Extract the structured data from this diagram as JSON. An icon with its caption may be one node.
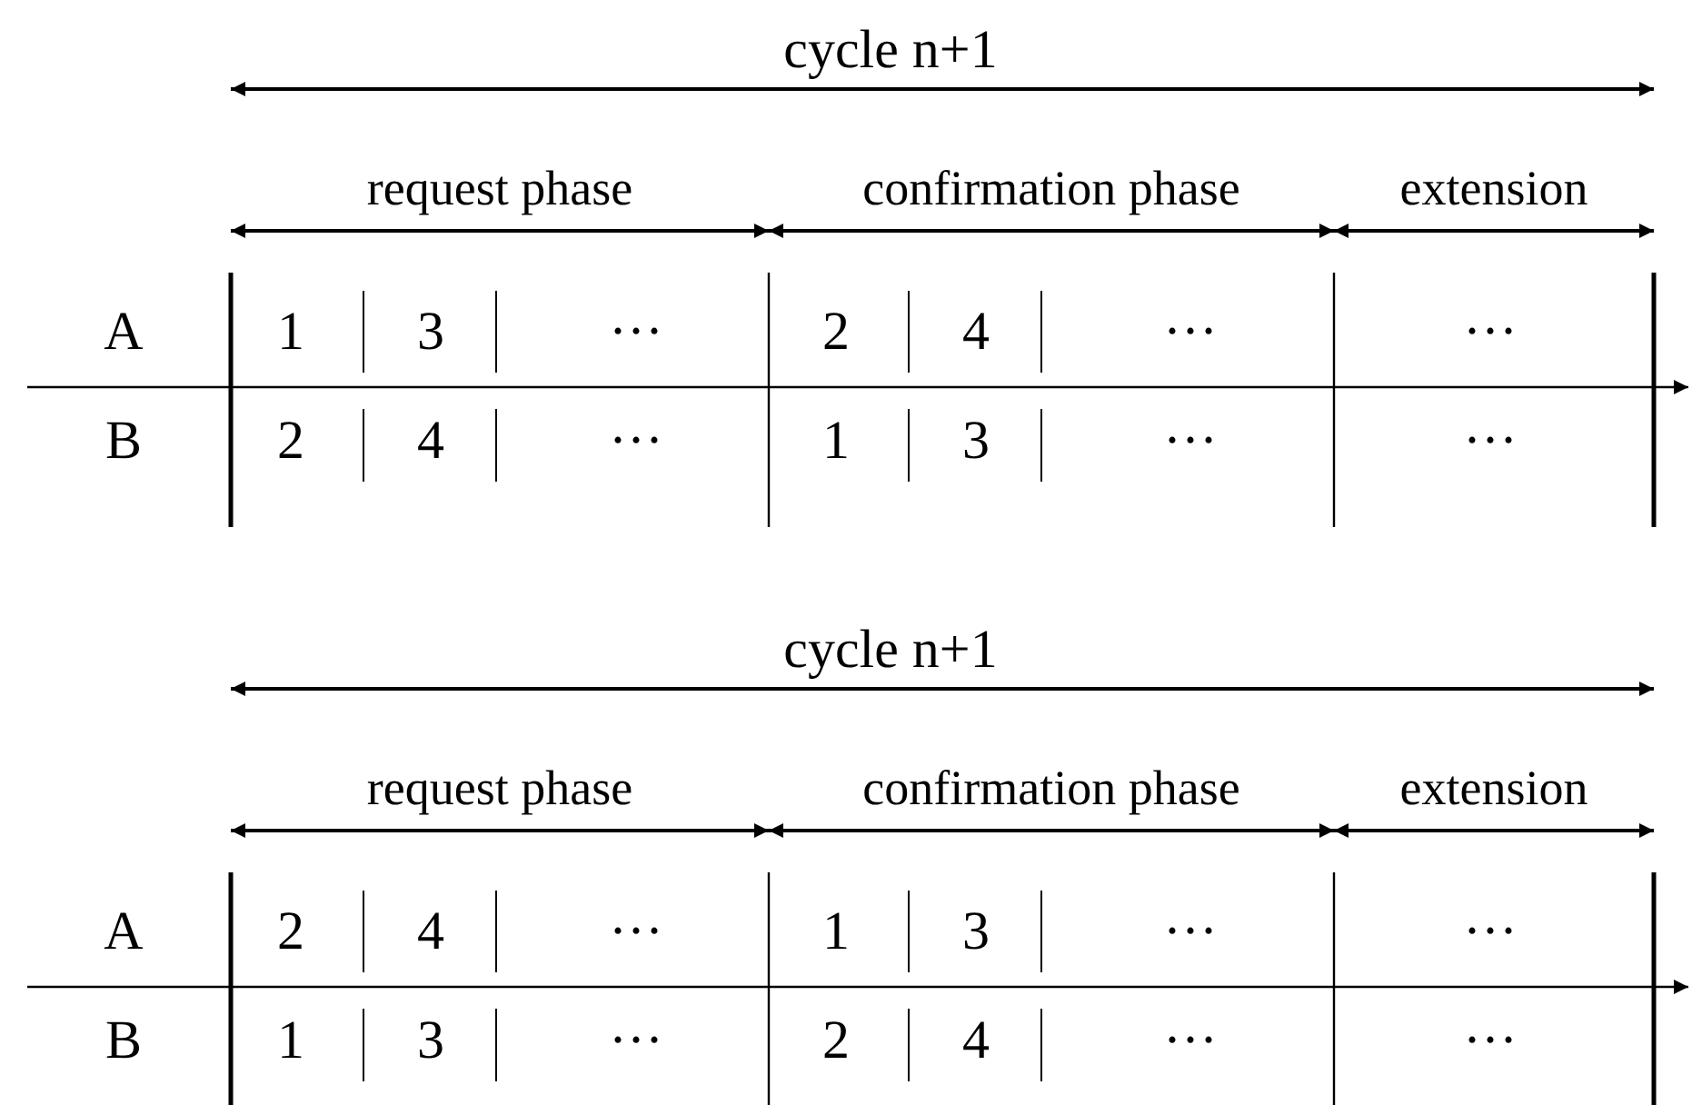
{
  "diagram": {
    "labels": [
      "cycle n+1",
      "request phase",
      "confirmation phase",
      "extension",
      "A",
      "1",
      "3",
      "···",
      "2",
      "4",
      "···",
      "···",
      "B",
      "2",
      "4",
      "···",
      "1",
      "3",
      "···",
      "···",
      "cycle n+1",
      "request phase",
      "confirmation phase",
      "extension",
      "A",
      "2",
      "4",
      "···",
      "1",
      "3",
      "···",
      "···",
      "B",
      "1",
      "3",
      "···",
      "2",
      "4",
      "···",
      "···"
    ]
  }
}
